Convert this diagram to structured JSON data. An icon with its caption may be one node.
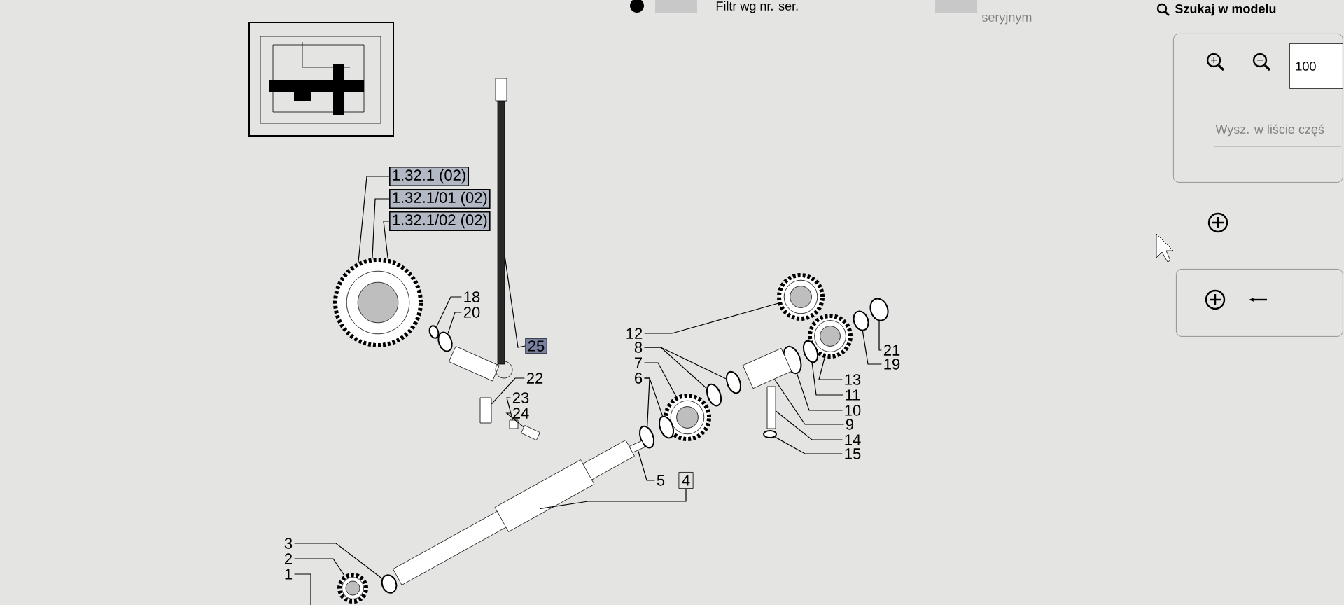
{
  "diagram": {
    "nodes": [
      {
        "text": [
          "1.32.1 (02)"
        ]
      },
      {
        "text": [
          "1.32.1/01 (02)"
        ]
      },
      {
        "text": [
          "1.32.1/02 (02)"
        ]
      },
      {
        "text": [],
        "shape": "picture"
      },
      {
        "text": [
          "18"
        ]
      },
      {
        "text": [],
        "shape": "circle"
      },
      {
        "text": [
          "20"
        ]
      },
      {
        "text": [],
        "shape": "circle"
      },
      {
        "text": [
          "25"
        ]
      },
      {
        "text": [],
        "shape": "bar"
      },
      {
        "text": [
          "22"
        ]
      },
      {
        "text": [],
        "shape": "box"
      },
      {
        "text": [
          "23"
        ]
      },
      {
        "text": [],
        "shape": "box"
      },
      {
        "text": [
          "24"
        ]
      },
      {
        "text": [],
        "shape": "picture"
      },
      {
        "text": [
          "12"
        ]
      },
      {
        "text": [],
        "shape": "picture"
      },
      {
        "text": [
          "8"
        ]
      },
      {
        "text": [],
        "shape": "circle"
      },
      {
        "text": [],
        "shape": "circle"
      },
      {
        "text": [
          "7"
        ]
      },
      {
        "text": [],
        "shape": "picture"
      },
      {
        "text": [
          "6"
        ]
      },
      {
        "text": [],
        "shape": "circle"
      },
      {
        "text": [],
        "shape": "circle"
      },
      {
        "text": [
          "5"
        ]
      },
      {
        "text": [],
        "shape": "picture"
      },
      {
        "text": [
          "4"
        ]
      },
      {
        "text": [],
        "shape": "picture"
      },
      {
        "text": [
          "13"
        ]
      },
      {
        "text": [],
        "shape": "picture"
      },
      {
        "text": [
          "11"
        ]
      },
      {
        "text": [],
        "shape": "circle"
      },
      {
        "text": [
          "10"
        ]
      },
      {
        "text": [],
        "shape": "circle"
      },
      {
        "text": [
          "9"
        ]
      },
      {
        "text": [],
        "shape": "picture"
      },
      {
        "text": [
          "14"
        ]
      },
      {
        "text": [],
        "shape": "box"
      },
      {
        "text": [
          "15"
        ]
      },
      {
        "text": [],
        "shape": "circle"
      },
      {
        "text": [
          "21"
        ]
      },
      {
        "text": [],
        "shape": "circle"
      },
      {
        "text": [
          "19"
        ]
      },
      {
        "text": [],
        "shape": "circle"
      },
      {
        "text": [
          "3"
        ]
      },
      {
        "text": [],
        "shape": "circle"
      },
      {
        "text": [
          "2"
        ]
      },
      {
        "text": [],
        "shape": "picture"
      },
      {
        "text": [
          "1"
        ]
      },
      {
        "text": [],
        "shape": "box"
      },
      {
        "text": [
          "100"
        ],
        "in": 51
      },
      {
        "text": [
          "Wysz. w liście częś"
        ],
        "in": 51
      },
      {
        "text": [],
        "shape": "box"
      }
    ],
    "edges": [
      {
        "from": 0,
        "to": 3,
        "arrow": "none"
      },
      {
        "from": 1,
        "to": 3,
        "arrow": "none"
      },
      {
        "from": 2,
        "to": 3,
        "arrow": "none"
      },
      {
        "from": 4,
        "to": 5,
        "arrow": "none"
      },
      {
        "from": 6,
        "to": 7,
        "arrow": "none"
      },
      {
        "from": 8,
        "to": 9,
        "arrow": "none"
      },
      {
        "from": 10,
        "to": 11,
        "arrow": "none"
      },
      {
        "from": 12,
        "to": 13,
        "arrow": "none"
      },
      {
        "from": 14,
        "to": 15,
        "arrow": "none"
      },
      {
        "from": 16,
        "to": 17,
        "arrow": "none"
      },
      {
        "from": 18,
        "to": 19,
        "arrow": "none"
      },
      {
        "from": 18,
        "to": 20,
        "arrow": "none"
      },
      {
        "from": 21,
        "to": 22,
        "arrow": "none"
      },
      {
        "from": 23,
        "to": 24,
        "arrow": "none"
      },
      {
        "from": 23,
        "to": 25,
        "arrow": "none"
      },
      {
        "from": 26,
        "to": 27,
        "arrow": "none"
      },
      {
        "from": 28,
        "to": 29,
        "arrow": "none"
      },
      {
        "from": 30,
        "to": 31,
        "arrow": "none"
      },
      {
        "from": 32,
        "to": 33,
        "arrow": "none"
      },
      {
        "from": 34,
        "to": 35,
        "arrow": "none"
      },
      {
        "from": 36,
        "to": 37,
        "arrow": "none"
      },
      {
        "from": 38,
        "to": 39,
        "arrow": "none"
      },
      {
        "from": 40,
        "to": 41,
        "arrow": "none"
      },
      {
        "from": 42,
        "to": 43,
        "arrow": "none"
      },
      {
        "from": 44,
        "to": 45,
        "arrow": "none"
      },
      {
        "from": 46,
        "to": 47,
        "arrow": "none"
      },
      {
        "from": 48,
        "to": 49,
        "arrow": "none"
      },
      {
        "from": 50,
        "to": null,
        "arrow": "none"
      }
    ],
    "labels": [
      "Filtr wg nr. ser.",
      "seryjnym",
      "Szukaj w modelu"
    ]
  }
}
